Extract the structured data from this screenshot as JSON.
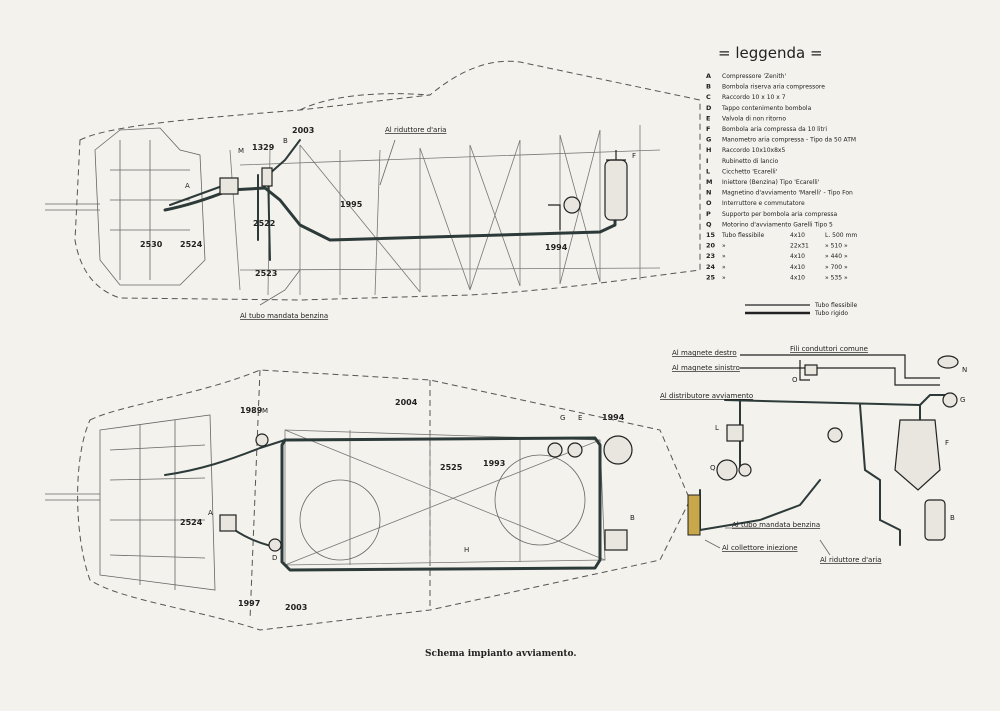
{
  "legend": {
    "title": "= leggenda =",
    "items": [
      {
        "code": "A",
        "text": "Compressore 'Zenith'"
      },
      {
        "code": "B",
        "text": "Bombola riserva aria compressore"
      },
      {
        "code": "C",
        "text": "Raccordo 10 x 10 x 7"
      },
      {
        "code": "D",
        "text": "Tappo contenimento bombola"
      },
      {
        "code": "E",
        "text": "Valvola di non ritorno"
      },
      {
        "code": "F",
        "text": "Bombola aria compressa da 10 litri"
      },
      {
        "code": "G",
        "text": "Manometro aria compressa - Tipo da 50 ATM"
      },
      {
        "code": "H",
        "text": "Raccordo 10x10x8x5"
      },
      {
        "code": "I",
        "text": "Rubinetto di lancio"
      },
      {
        "code": "L",
        "text": "Cicchetto 'Ecarelli'"
      },
      {
        "code": "M",
        "text": "Iniettore (Benzina) Tipo 'Ecarelli'"
      },
      {
        "code": "N",
        "text": "Magnetino d'avviamento 'Marelli' - Tipo Fon"
      },
      {
        "code": "O",
        "text": "Interruttore e commutatore"
      },
      {
        "code": "P",
        "text": "Supporto per bombola aria compressa"
      },
      {
        "code": "Q",
        "text": "Motorino d'avviamento Garelli Tipo 5"
      }
    ],
    "tube_rows": [
      {
        "code": "15",
        "desc": "Tubo flessibile",
        "dim": "4x10",
        "len": "L. 500 mm"
      },
      {
        "code": "20",
        "desc": "»",
        "dim": "22x31",
        "len": "» 510 »"
      },
      {
        "code": "23",
        "desc": "»",
        "dim": "4x10",
        "len": "» 440 »"
      },
      {
        "code": "24",
        "desc": "»",
        "dim": "4x10",
        "len": "» 700 »"
      },
      {
        "code": "25",
        "desc": "»",
        "dim": "4x10",
        "len": "» 535 »"
      }
    ],
    "line_keys": [
      "Tubo flessibile",
      "Tubo rigido"
    ]
  },
  "side_view": {
    "labels": {
      "riduttore": "Al riduttore d'aria",
      "mandata": "Al tubo mandata benzina"
    },
    "numbers": [
      "2003",
      "1329",
      "1995",
      "2530",
      "2524",
      "2522",
      "2523",
      "1994"
    ],
    "letters": [
      "A",
      "M",
      "B",
      "F"
    ]
  },
  "plan_view": {
    "numbers": [
      "1989",
      "2004",
      "2525",
      "1993",
      "2524",
      "1997",
      "2003",
      "1994"
    ],
    "letters": [
      "M",
      "D",
      "G",
      "E",
      "A",
      "B"
    ]
  },
  "schematic": {
    "labels": {
      "magnete_destro": "Al magnete destro",
      "magnete_sinistro": "Al magnete sinistro",
      "fili_conduttori": "Fili conduttori comune",
      "distributore": "Al distributore avviamento",
      "mandata": "Al tubo mandata benzina",
      "collettore": "Al collettore iniezione",
      "riduttore": "Al riduttore d'aria"
    },
    "letters": [
      "N",
      "O",
      "L",
      "Q",
      "G",
      "F",
      "B"
    ]
  },
  "caption": "Schema impianto avviamento.",
  "colors": {
    "paper": "#f4f2ec",
    "ink": "#222222",
    "pipe": "#2c3a3a"
  }
}
